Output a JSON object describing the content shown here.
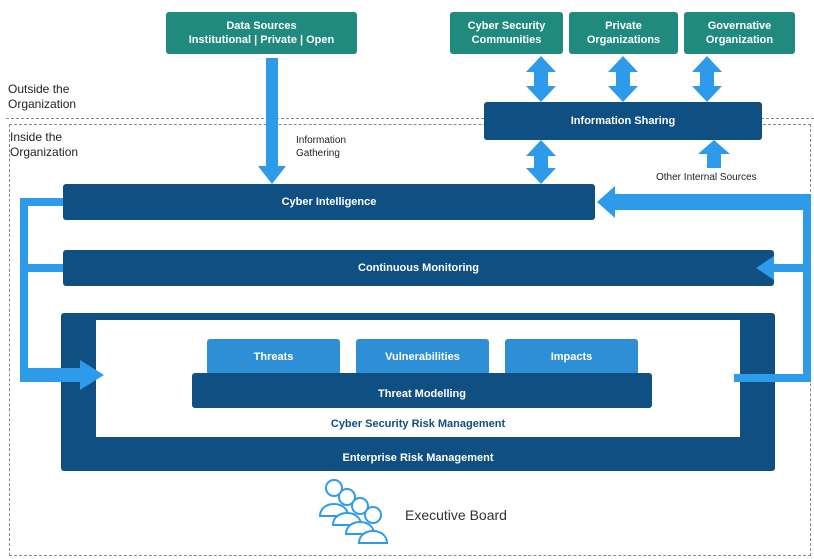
{
  "colors": {
    "teal": "#1f8a7d",
    "navy": "#0f4f82",
    "blue": "#2e8fd6",
    "arrow": "#2e9bea"
  },
  "labels": {
    "outside": "Outside the\nOrganization",
    "inside": "Inside the\nOrganization",
    "info_gathering": "Information\nGathering",
    "other_sources": "Other Internal Sources",
    "executive_board": "Executive Board"
  },
  "sources": {
    "data_sources": "Data Sources\nInstitutional | Private | Open",
    "cyber_communities": "Cyber Security\nCommunities",
    "private_orgs": "Private\nOrganizations",
    "governative": "Governative\nOrganization"
  },
  "boxes": {
    "information_sharing": "Information Sharing",
    "cyber_intelligence": "Cyber Intelligence",
    "continuous_monitoring": "Continuous Monitoring",
    "threats": "Threats",
    "vulnerabilities": "Vulnerabilities",
    "impacts": "Impacts",
    "threat_modelling": "Threat Modelling",
    "cyber_risk": "Cyber Security Risk Management",
    "enterprise_risk": "Enterprise Risk Management"
  },
  "icons": {
    "board": "people-group-icon"
  }
}
